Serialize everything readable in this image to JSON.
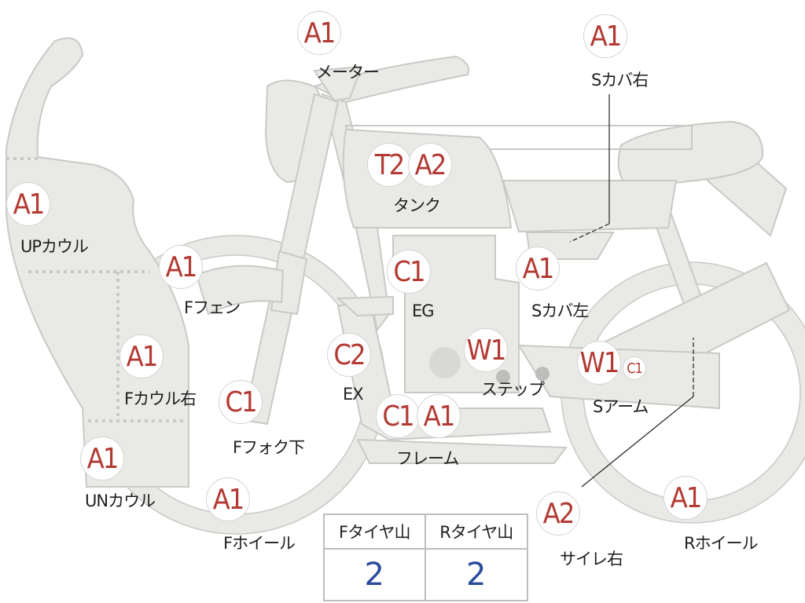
{
  "parts": [
    {
      "id": "meter",
      "label": "メーター",
      "grades": [
        "A1"
      ]
    },
    {
      "id": "s-cover-right",
      "label": "Sカバ右",
      "grades": [
        "A1"
      ]
    },
    {
      "id": "tank",
      "label": "タンク",
      "grades": [
        "T2",
        "A2"
      ]
    },
    {
      "id": "up-cowl",
      "label": "UPカウル",
      "grades": [
        "A1"
      ]
    },
    {
      "id": "f-fender",
      "label": "Fフェン",
      "grades": [
        "A1"
      ]
    },
    {
      "id": "engine",
      "label": "EG",
      "grades": [
        "C1"
      ]
    },
    {
      "id": "s-cover-left",
      "label": "Sカバ左",
      "grades": [
        "A1"
      ]
    },
    {
      "id": "f-cowl-right",
      "label": "Fカウル右",
      "grades": [
        "A1"
      ]
    },
    {
      "id": "exhaust",
      "label": "EX",
      "grades": [
        "C2"
      ]
    },
    {
      "id": "step",
      "label": "ステップ",
      "grades": [
        "W1"
      ]
    },
    {
      "id": "swingarm",
      "label": "Sアーム",
      "grades": [
        "W1",
        "C1"
      ]
    },
    {
      "id": "f-fork-lower",
      "label": "Fフォク下",
      "grades": [
        "C1"
      ]
    },
    {
      "id": "frame",
      "label": "フレーム",
      "grades": [
        "C1",
        "A1"
      ]
    },
    {
      "id": "un-cowl",
      "label": "UNカウル",
      "grades": [
        "A1"
      ]
    },
    {
      "id": "f-wheel",
      "label": "Fホイール",
      "grades": [
        "A1"
      ]
    },
    {
      "id": "silencer-right",
      "label": "サイレ右",
      "grades": [
        "A2"
      ]
    },
    {
      "id": "r-wheel",
      "label": "Rホイール",
      "grades": [
        "A1"
      ]
    }
  ],
  "tire_table": {
    "headers": [
      "Fタイヤ山",
      "Rタイヤ山"
    ],
    "values": [
      "2",
      "2"
    ]
  },
  "colors": {
    "body_fill": "#e9e9e6",
    "body_stroke": "#c9c9c6",
    "grade_text": "#b33a33",
    "tire_value": "#2b4a9e"
  }
}
